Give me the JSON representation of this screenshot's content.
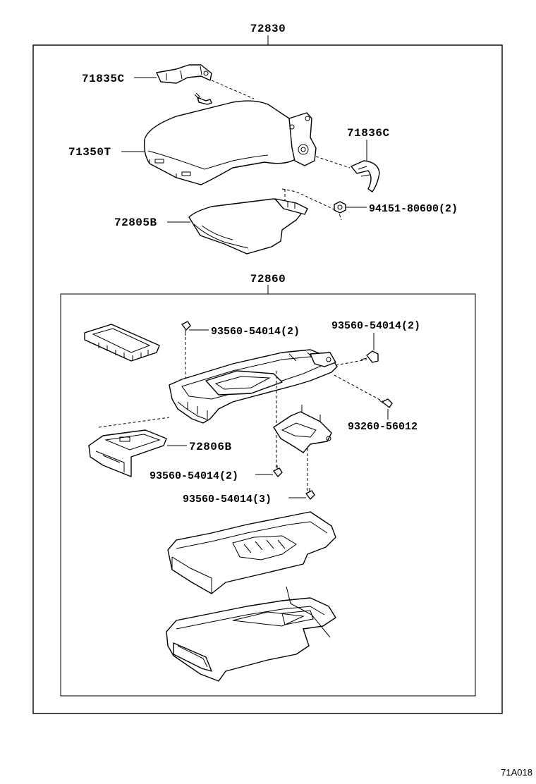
{
  "labels": {
    "assembly_top": "72830",
    "sub_assembly": "72860",
    "p71835c": "71835C",
    "p71350t": "71350T",
    "p71836c": "71836C",
    "p72805b": "72805B",
    "p94151": "94151-80600(2)",
    "p93560_a": "93560-54014(2)",
    "p93560_b": "93560-54014(2)",
    "p93260": "93260-56012",
    "p72806b": "72806B",
    "p93560_c": "93560-54014(2)",
    "p93560_d": "93560-54014(3)"
  },
  "figure_code": "71A018"
}
